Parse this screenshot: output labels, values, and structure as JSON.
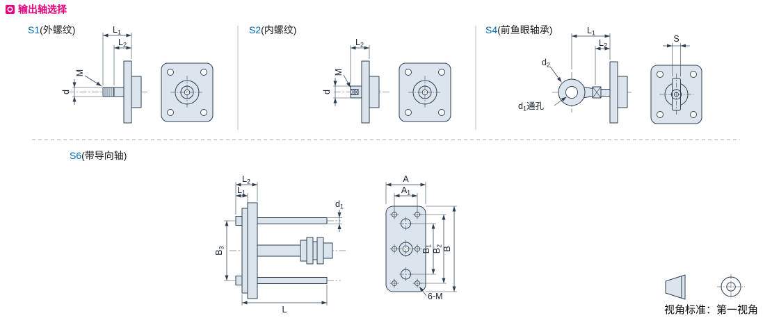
{
  "colors": {
    "title_accent": "#e4007f",
    "section_code": "#0068b7",
    "drawing_line": "#2c3e50",
    "part_fill": "#dce5ed"
  },
  "header": {
    "title": "输出轴选择"
  },
  "sections": {
    "s1": {
      "code": "S1",
      "desc": "(外螺纹)",
      "dims": {
        "l1": {
          "base": "L",
          "sub": "1"
        },
        "l2": {
          "base": "L",
          "sub": "2"
        },
        "m": "M",
        "d": "d"
      }
    },
    "s2": {
      "code": "S2",
      "desc": "(内螺纹)",
      "dims": {
        "l2": {
          "base": "L",
          "sub": "2"
        },
        "m": "M",
        "d": "d"
      }
    },
    "s4": {
      "code": "S4",
      "desc": "(前鱼眼轴承)",
      "dims": {
        "l1": {
          "base": "L",
          "sub": "1"
        },
        "l2": {
          "base": "L",
          "sub": "2"
        },
        "s": "S",
        "d2": {
          "base": "d",
          "sub": "2"
        },
        "d1_hole": {
          "base": "d",
          "sub": "1",
          "suffix": "通孔"
        }
      }
    },
    "s6": {
      "code": "S6",
      "desc": "(带导向轴)",
      "dims": {
        "l2": {
          "base": "L",
          "sub": "2"
        },
        "l1": {
          "base": "L",
          "sub": "1"
        },
        "d1": {
          "base": "d",
          "sub": "1"
        },
        "b3": {
          "base": "B",
          "sub": "3"
        },
        "l": "L",
        "a": "A",
        "a1": {
          "base": "A",
          "sub": "1"
        },
        "b1": {
          "base": "B",
          "sub": "1"
        },
        "b2": {
          "base": "B",
          "sub": "2"
        },
        "b": "B",
        "holes": "6-M"
      }
    }
  },
  "footer": {
    "view_standard": "视角标准：第一视角"
  }
}
